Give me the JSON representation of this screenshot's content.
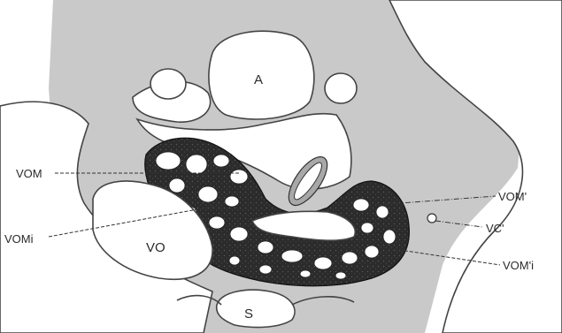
{
  "labels": {
    "A": "A",
    "VO": "VO",
    "S": "S",
    "VOM": "VOM",
    "VOMi": "VOMi",
    "VOM_prime": "VOM'",
    "VC_prime": "VC'",
    "VOMi_prime": "VOM'i"
  },
  "colors": {
    "background": "#ffffff",
    "tissue": "#c9c9c9",
    "dark_tissue": "#2b2b2b",
    "cavity": "#ffffff",
    "outline": "#444444"
  }
}
